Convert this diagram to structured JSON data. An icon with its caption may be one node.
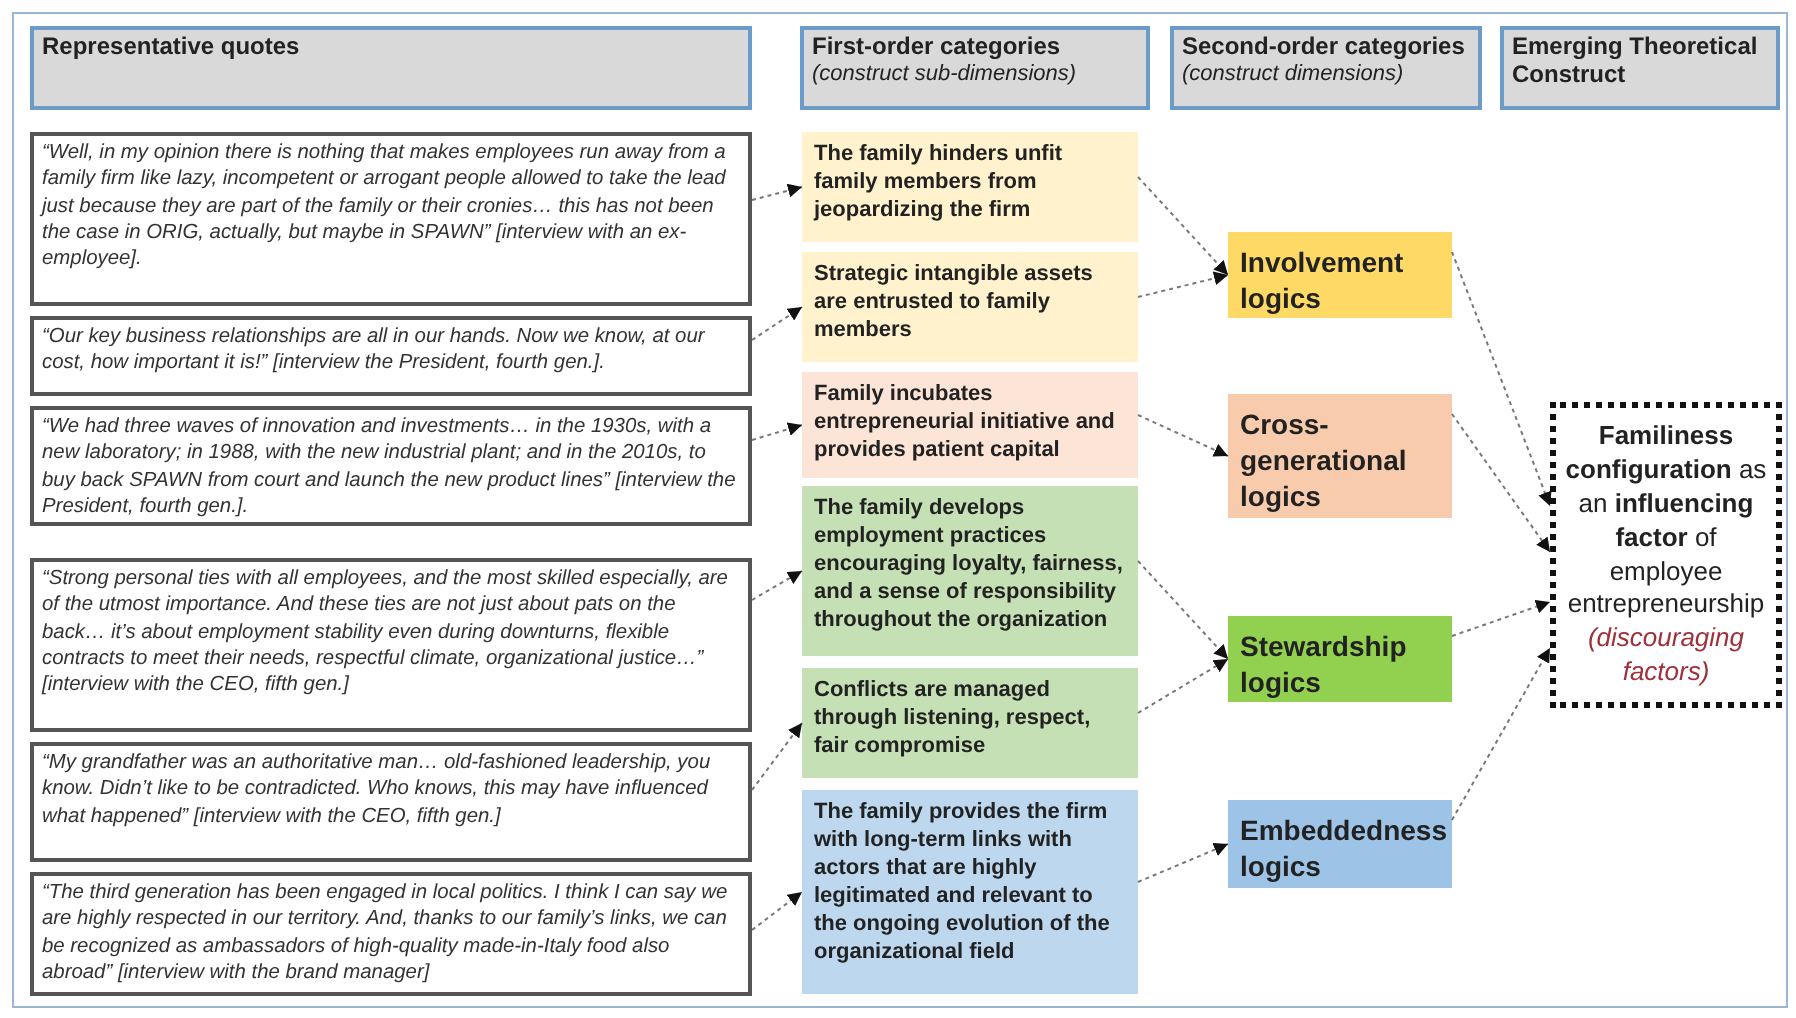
{
  "diagram": {
    "nodes": [
      {
        "text": [
          "Representative quotes"
        ]
      },
      {
        "text": [
          "First-order categories",
          "(construct sub-dimensions)"
        ]
      },
      {
        "text": [
          "Second-order categories",
          "(construct dimensions)"
        ]
      },
      {
        "text": [
          "Emerging Theoretical Construct"
        ]
      },
      {
        "text": [
          "“Well, in my opinion there is nothing that makes employees run away from a family firm like lazy, incompetent or arrogant people allowed to take the lead just because they are part of the family or their cronies… this has not been the case in ORIG, actually, but maybe in SPAWN” [interview with an ex-employee]."
        ]
      },
      {
        "text": [
          "“Our key business relationships are all in our hands. Now we know, at our cost, how important it is!” [interview the President, fourth gen.]."
        ]
      },
      {
        "text": [
          "“We had three waves of innovation and investments… in the 1930s, with a new laboratory; in 1988, with the new industrial plant; and in the 2010s, to buy back SPAWN from court and launch the new product lines” [interview the President, fourth gen.]."
        ]
      },
      {
        "text": [
          "“Strong personal ties with all employees, and the most skilled especially, are of the utmost importance. And these ties are not just about pats on the back… it’s about employment stability even during downturns, flexible contracts to meet their needs, respectful climate, organizational justice…” [interview with the CEO, fifth gen.]"
        ]
      },
      {
        "text": [
          "“My grandfather was an authoritative man… old-fashioned leadership, you know. Didn’t like to be contradicted. Who knows, this may have influenced what happened” [interview with the CEO, fifth gen.]"
        ]
      },
      {
        "text": [
          "“The third generation has been engaged in local politics. I think I can say we are highly respected in our territory. And, thanks to our family’s links, we can be recognized as ambassadors of high-quality made-in-Italy food also abroad” [interview with the brand manager]"
        ]
      },
      {
        "text": [
          "The family hinders unfit family members from jeopardizing the firm"
        ]
      },
      {
        "text": [
          "Strategic intangible assets are entrusted to family members"
        ]
      },
      {
        "text": [
          "Family incubates entrepreneurial initiative and provides patient capital"
        ]
      },
      {
        "text": [
          "The family develops employment practices encouraging loyalty, fairness, and a sense of responsibility throughout the organization"
        ]
      },
      {
        "text": [
          "Conflicts are managed through  listening, respect, fair compromise"
        ]
      },
      {
        "text": [
          "The family provides the firm with long-term links with actors that are highly legitimated and relevant to the ongoing evolution of the organizational field"
        ]
      },
      {
        "text": [
          "Involvement logics"
        ]
      },
      {
        "text": [
          "Cross-generational logics"
        ]
      },
      {
        "text": [
          "Stewardship logics"
        ]
      },
      {
        "text": [
          "Embeddedness logics"
        ]
      },
      {
        "text": [
          "**Familiness configuration** as an **influencing factor** of employee entrepreneurship",
          "(discouraging factors)"
        ]
      }
    ],
    "edges": [
      {
        "from": 4,
        "to": 10,
        "arrow": "to"
      },
      {
        "from": 5,
        "to": 11,
        "arrow": "to"
      },
      {
        "from": 6,
        "to": 12,
        "arrow": "to"
      },
      {
        "from": 7,
        "to": 13,
        "arrow": "to"
      },
      {
        "from": 8,
        "to": 14,
        "arrow": "to"
      },
      {
        "from": 9,
        "to": 15,
        "arrow": "to"
      },
      {
        "from": 10,
        "to": 16,
        "arrow": "to"
      },
      {
        "from": 11,
        "to": 16,
        "arrow": "to"
      },
      {
        "from": 12,
        "to": 17,
        "arrow": "to"
      },
      {
        "from": 13,
        "to": 18,
        "arrow": "to"
      },
      {
        "from": 14,
        "to": 18,
        "arrow": "to"
      },
      {
        "from": 15,
        "to": 19,
        "arrow": "to"
      },
      {
        "from": 16,
        "to": 20,
        "arrow": "to"
      },
      {
        "from": 17,
        "to": 20,
        "arrow": "to"
      },
      {
        "from": 18,
        "to": 20,
        "arrow": "to"
      },
      {
        "from": 19,
        "to": 20,
        "arrow": "to"
      }
    ]
  }
}
